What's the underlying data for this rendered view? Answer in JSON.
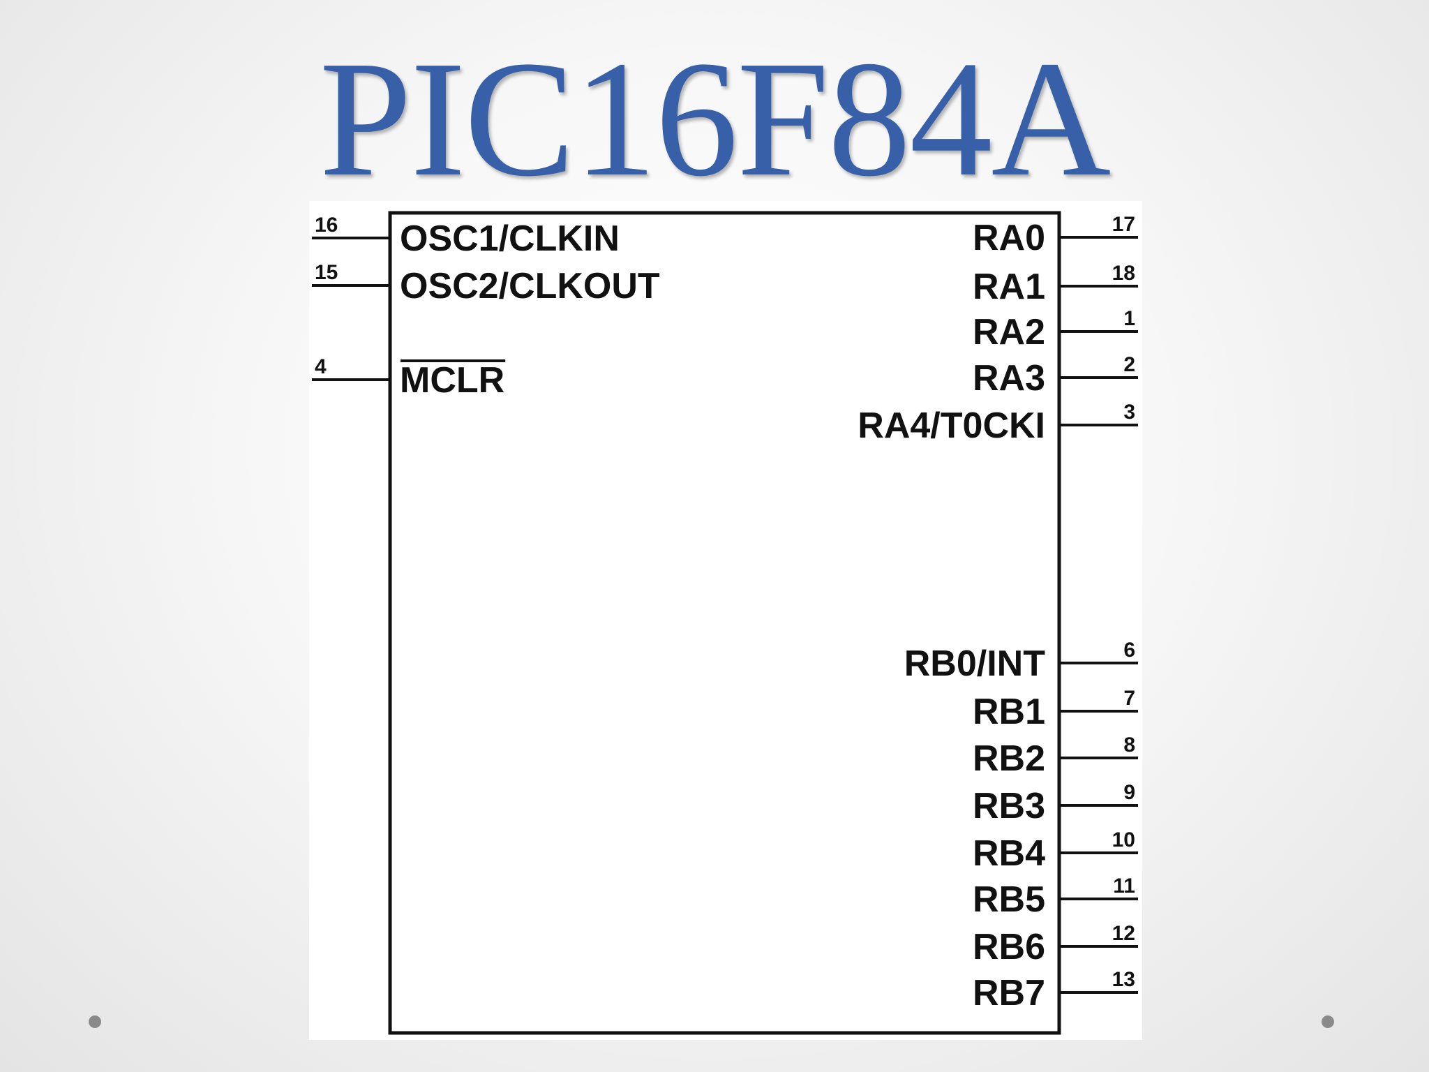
{
  "slide": {
    "title": "PIC16F84A",
    "title_color": "#3760a8"
  },
  "chip": {
    "left_pins": [
      {
        "name": "OSC1/CLKIN",
        "number": "16"
      },
      {
        "name": "OSC2/CLKOUT",
        "number": "15"
      },
      {
        "name": "MCLR",
        "number": "4",
        "overline": true
      }
    ],
    "right_pins": [
      {
        "name": "RA0",
        "number": "17"
      },
      {
        "name": "RA1",
        "number": "18"
      },
      {
        "name": "RA2",
        "number": "1"
      },
      {
        "name": "RA3",
        "number": "2"
      },
      {
        "name": "RA4/T0CKI",
        "number": "3"
      },
      {
        "name": "RB0/INT",
        "number": "6"
      },
      {
        "name": "RB1",
        "number": "7"
      },
      {
        "name": "RB2",
        "number": "8"
      },
      {
        "name": "RB3",
        "number": "9"
      },
      {
        "name": "RB4",
        "number": "10"
      },
      {
        "name": "RB5",
        "number": "11"
      },
      {
        "name": "RB6",
        "number": "12"
      },
      {
        "name": "RB7",
        "number": "13"
      }
    ]
  }
}
